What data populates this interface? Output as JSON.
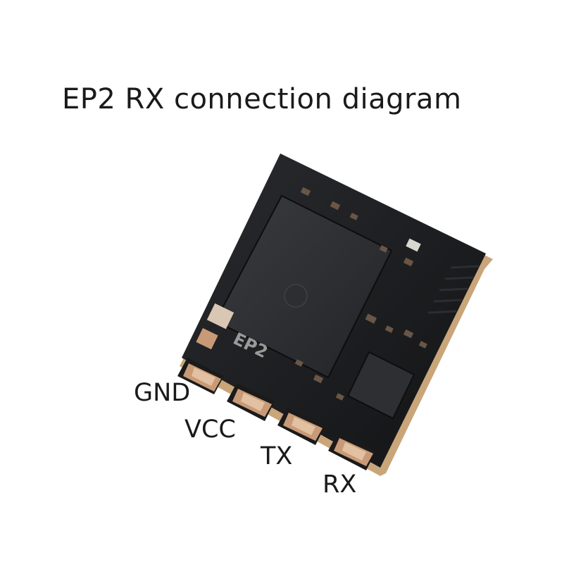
{
  "title": "EP2 RX connection diagram",
  "board": {
    "silkscreen": "EP2",
    "pcb_color": "#1b1c1e",
    "pad_color": "#c99a77"
  },
  "pins": [
    {
      "label": "GND"
    },
    {
      "label": "VCC"
    },
    {
      "label": "TX"
    },
    {
      "label": "RX"
    }
  ]
}
